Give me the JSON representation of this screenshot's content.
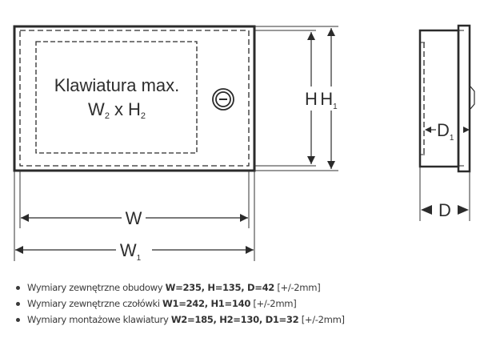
{
  "diagram": {
    "front_view": {
      "keyboard_label_line1": "Klawiatura max.",
      "keyboard_label_W": "W",
      "keyboard_label_W_sub": "2",
      "keyboard_label_x": "x",
      "keyboard_label_H": "H",
      "keyboard_label_H_sub": "2",
      "lock_icon": "lock-cylinder-icon"
    },
    "dimensions": {
      "H": "H",
      "H1": "H",
      "H1_sub": "1",
      "W": "W",
      "W1": "W",
      "W1_sub": "1",
      "D": "D",
      "D1": "D",
      "D1_sub": "1"
    }
  },
  "specs": [
    {
      "text": "Wymiary zewnętrzne obudowy ",
      "bold": "W=235, H=135, D=42",
      "suffix": " [+/-2mm]"
    },
    {
      "text": "Wymiary zewnętrzne czołówki ",
      "bold": "W1=242, H1=140",
      "suffix": " [+/-2mm]"
    },
    {
      "text": "Wymiary montażowe klawiatury ",
      "bold": "W2=185, H2=130, D1=32",
      "suffix": " [+/-2mm]"
    }
  ]
}
